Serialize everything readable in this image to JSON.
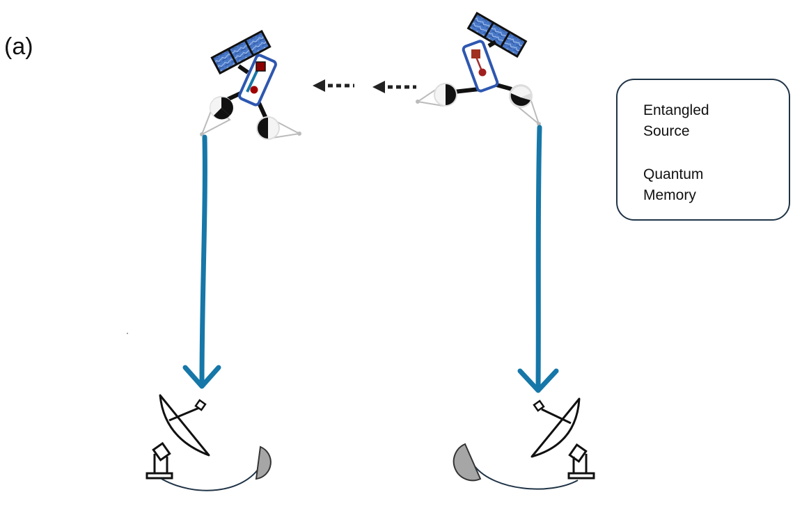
{
  "figure": {
    "panel_label": "(a)"
  },
  "legend": {
    "entangled_source": "Entangled\nSource",
    "quantum_memory": "Quantum\nMemory"
  },
  "colors": {
    "link_blue": "#1677a8",
    "frame_blue": "#2e57b0",
    "source_red": "#8b0000",
    "memory_red": "#a01010",
    "panel_blue": "#4a78c8",
    "detector_gray": "#a6a6a6",
    "outline": "#1f3346"
  },
  "icons": {
    "satellite_left": "satellite-icon",
    "satellite_right": "satellite-icon",
    "ground_station_left": "satellite-dish-icon",
    "ground_station_right": "satellite-dish-icon",
    "detector_left": "detector-icon",
    "detector_right": "detector-icon"
  }
}
